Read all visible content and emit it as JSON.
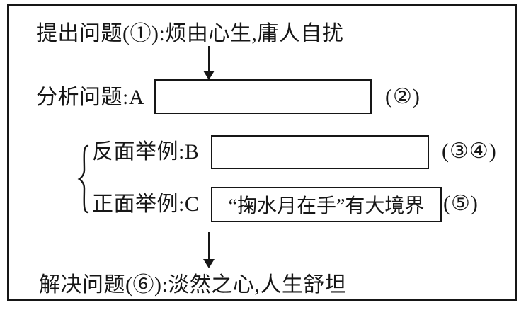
{
  "page": {
    "background_color": "#ffffff",
    "ink_color": "#161616"
  },
  "diagram": {
    "step1": {
      "text": "提出问题(①):烦由心生,庸人自扰"
    },
    "analyze": {
      "label": "分析问题:A",
      "blank": "",
      "ref": "(②)"
    },
    "examples": {
      "negative": {
        "label": "反面举例:B",
        "blank": "",
        "ref": "(③④)"
      },
      "positive": {
        "label": "正面举例:C",
        "answer": "“掬水月在手”有大境界",
        "ref": "(⑤)"
      }
    },
    "step4": {
      "text": "解决问题(⑥):淡然之心,人生舒坦"
    }
  }
}
